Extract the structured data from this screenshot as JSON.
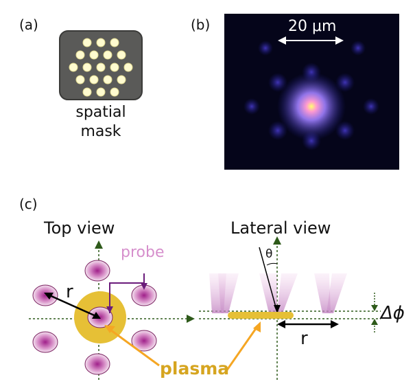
{
  "panels": {
    "a": "(a)",
    "b": "(b)",
    "c": "(c)"
  },
  "mask": {
    "line1": "spatial",
    "line2": "mask"
  },
  "micrograph": {
    "scale_label": "20 μm"
  },
  "top_view": {
    "title": "Top view",
    "probe_label": "probe",
    "r_label": "r",
    "plasma_label": "plasma"
  },
  "lateral_view": {
    "title": "Lateral view",
    "theta_label": "θ",
    "r_label": "r",
    "delta_phi_label": "Δϕ"
  },
  "colors": {
    "plasma": "#e6c036",
    "plasma_text": "#d6a520",
    "probe": "#b03a9a",
    "arrow_orange": "#f5a623",
    "arrow_purple": "#6a1b7a",
    "axis": "#2e5a1a"
  }
}
